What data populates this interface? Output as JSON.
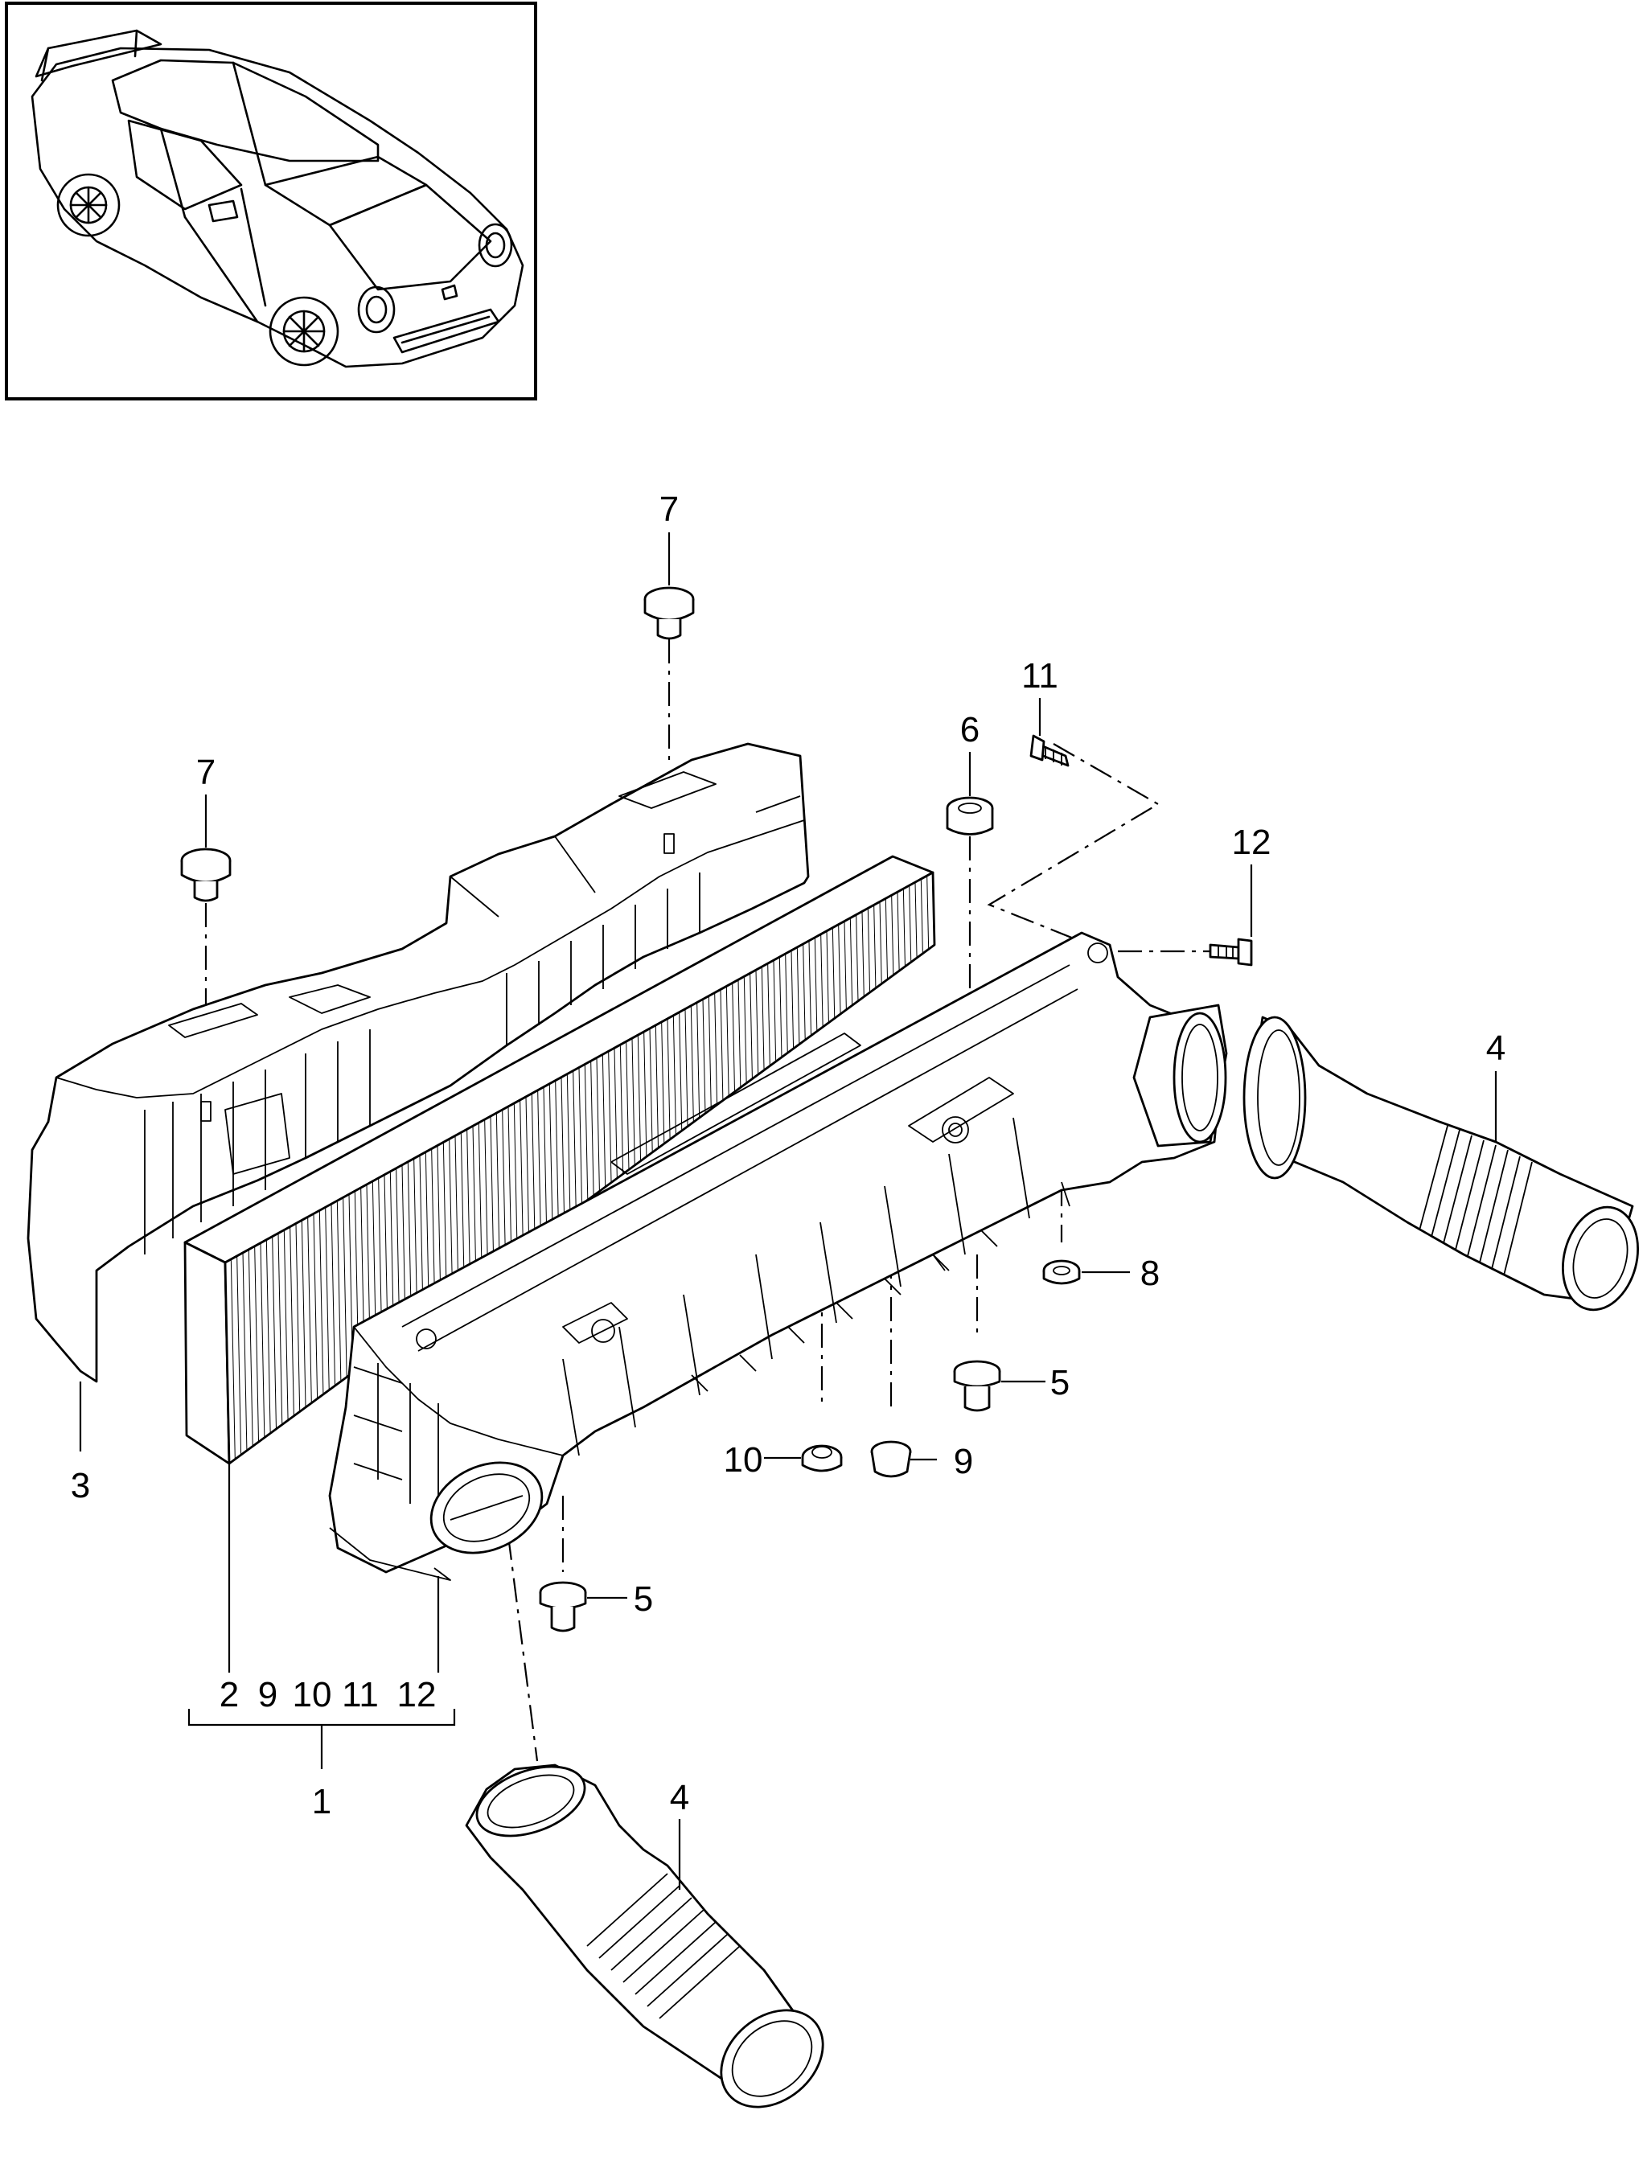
{
  "diagram": {
    "callouts": {
      "c7a": "7",
      "c7b": "7",
      "c6": "6",
      "c11": "11",
      "c12": "12",
      "c4a": "4",
      "c8": "8",
      "c5a": "5",
      "c10": "10",
      "c9": "9",
      "c5b": "5",
      "c3": "3",
      "c4b": "4",
      "c1": "1"
    },
    "assembly_group": [
      "2",
      "9",
      "10",
      "11",
      "12"
    ]
  },
  "colors": {
    "line": "#000000",
    "background": "#ffffff"
  },
  "icons": {
    "thumbnail": "car-thumbnail-icon"
  }
}
